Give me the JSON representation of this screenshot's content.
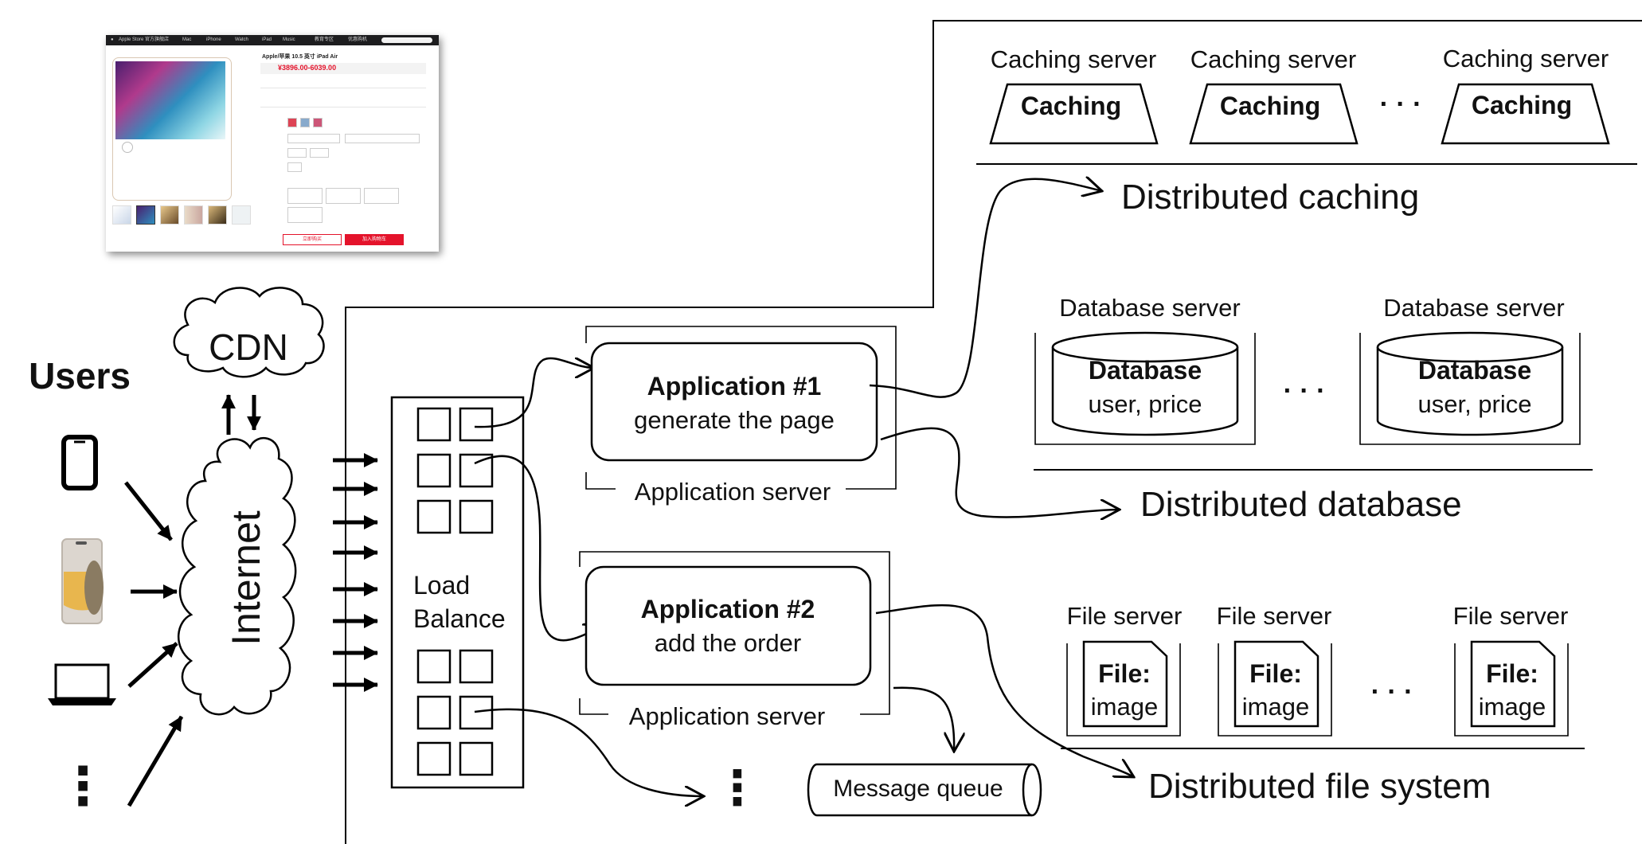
{
  "users_label": "Users",
  "cdn_label": "CDN",
  "internet_label": "Internet",
  "load_balance": {
    "line1": "Load",
    "line2": "Balance"
  },
  "app1": {
    "title": "Application #1",
    "subtitle": "generate the page",
    "server_label": "Application server"
  },
  "app2": {
    "title": "Application #2",
    "subtitle": "add the order",
    "server_label": "Application server"
  },
  "caching": {
    "server_labels": [
      "Caching server",
      "Caching server",
      "Caching server"
    ],
    "node_label": "Caching",
    "section_label": "Distributed caching"
  },
  "database": {
    "server_labels": [
      "Database server",
      "Database server"
    ],
    "node_title": "Database",
    "node_subtitle": "user, price",
    "section_label": "Distributed database"
  },
  "files": {
    "server_labels": [
      "File server",
      "File server",
      "File server"
    ],
    "node_title": "File:",
    "node_subtitle": "image",
    "section_label": "Distributed file system"
  },
  "message_queue": "Message queue",
  "ellipsis_h": "· · ·",
  "ellipsis_v": "⋮",
  "device_icons": [
    "phone-icon",
    "smartphone-icon",
    "laptop-icon"
  ],
  "screenshot": {
    "nav_items": [
      "Apple Store 官方旗舰店",
      "Mac",
      "iPhone",
      "Watch",
      "iPad",
      "Music",
      "教育专区",
      "优惠购机"
    ],
    "product_title": "Apple/苹果 10.5 英寸 iPad Air",
    "price": "¥3896.00-6039.00",
    "buy_now": "立即购买",
    "add_to_cart": "加入购物车"
  }
}
